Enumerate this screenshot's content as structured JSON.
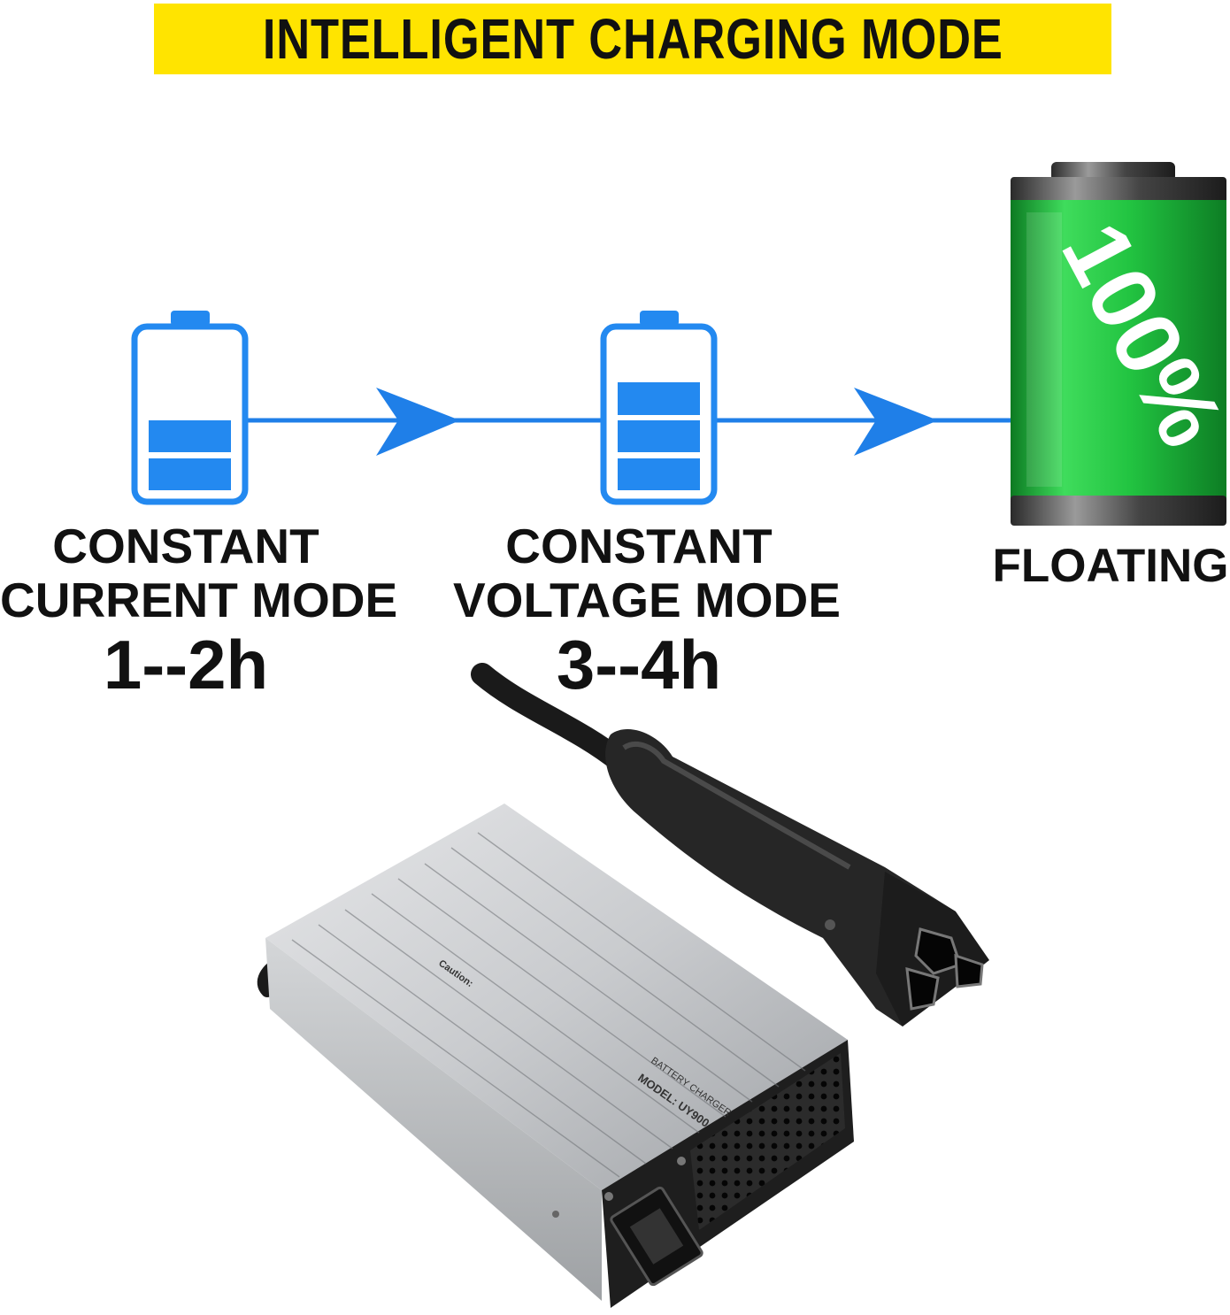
{
  "banner": {
    "title": "INTELLIGENT CHARGING MODE"
  },
  "stages": [
    {
      "line1": "CONSTANT",
      "line2": "CURRENT MODE",
      "duration": "1--2h",
      "bars_filled": 2,
      "bars_total": 4
    },
    {
      "line1": "CONSTANT",
      "line2": "VOLTAGE MODE",
      "duration": "3--4h",
      "bars_filled": 3,
      "bars_total": 4
    },
    {
      "line1": "FLOATING",
      "battery_text": "100%",
      "level": 1.0
    }
  ],
  "colors": {
    "banner": "#ffe400",
    "icon_blue": "#2389f0",
    "arrow_blue": "#1f7fe8",
    "battery_green": "#19b83a",
    "text": "#111111"
  },
  "device": {
    "label_model": "MODEL: UY900",
    "label_type": "BATTERY CHARGER",
    "caution": "Caution:"
  }
}
